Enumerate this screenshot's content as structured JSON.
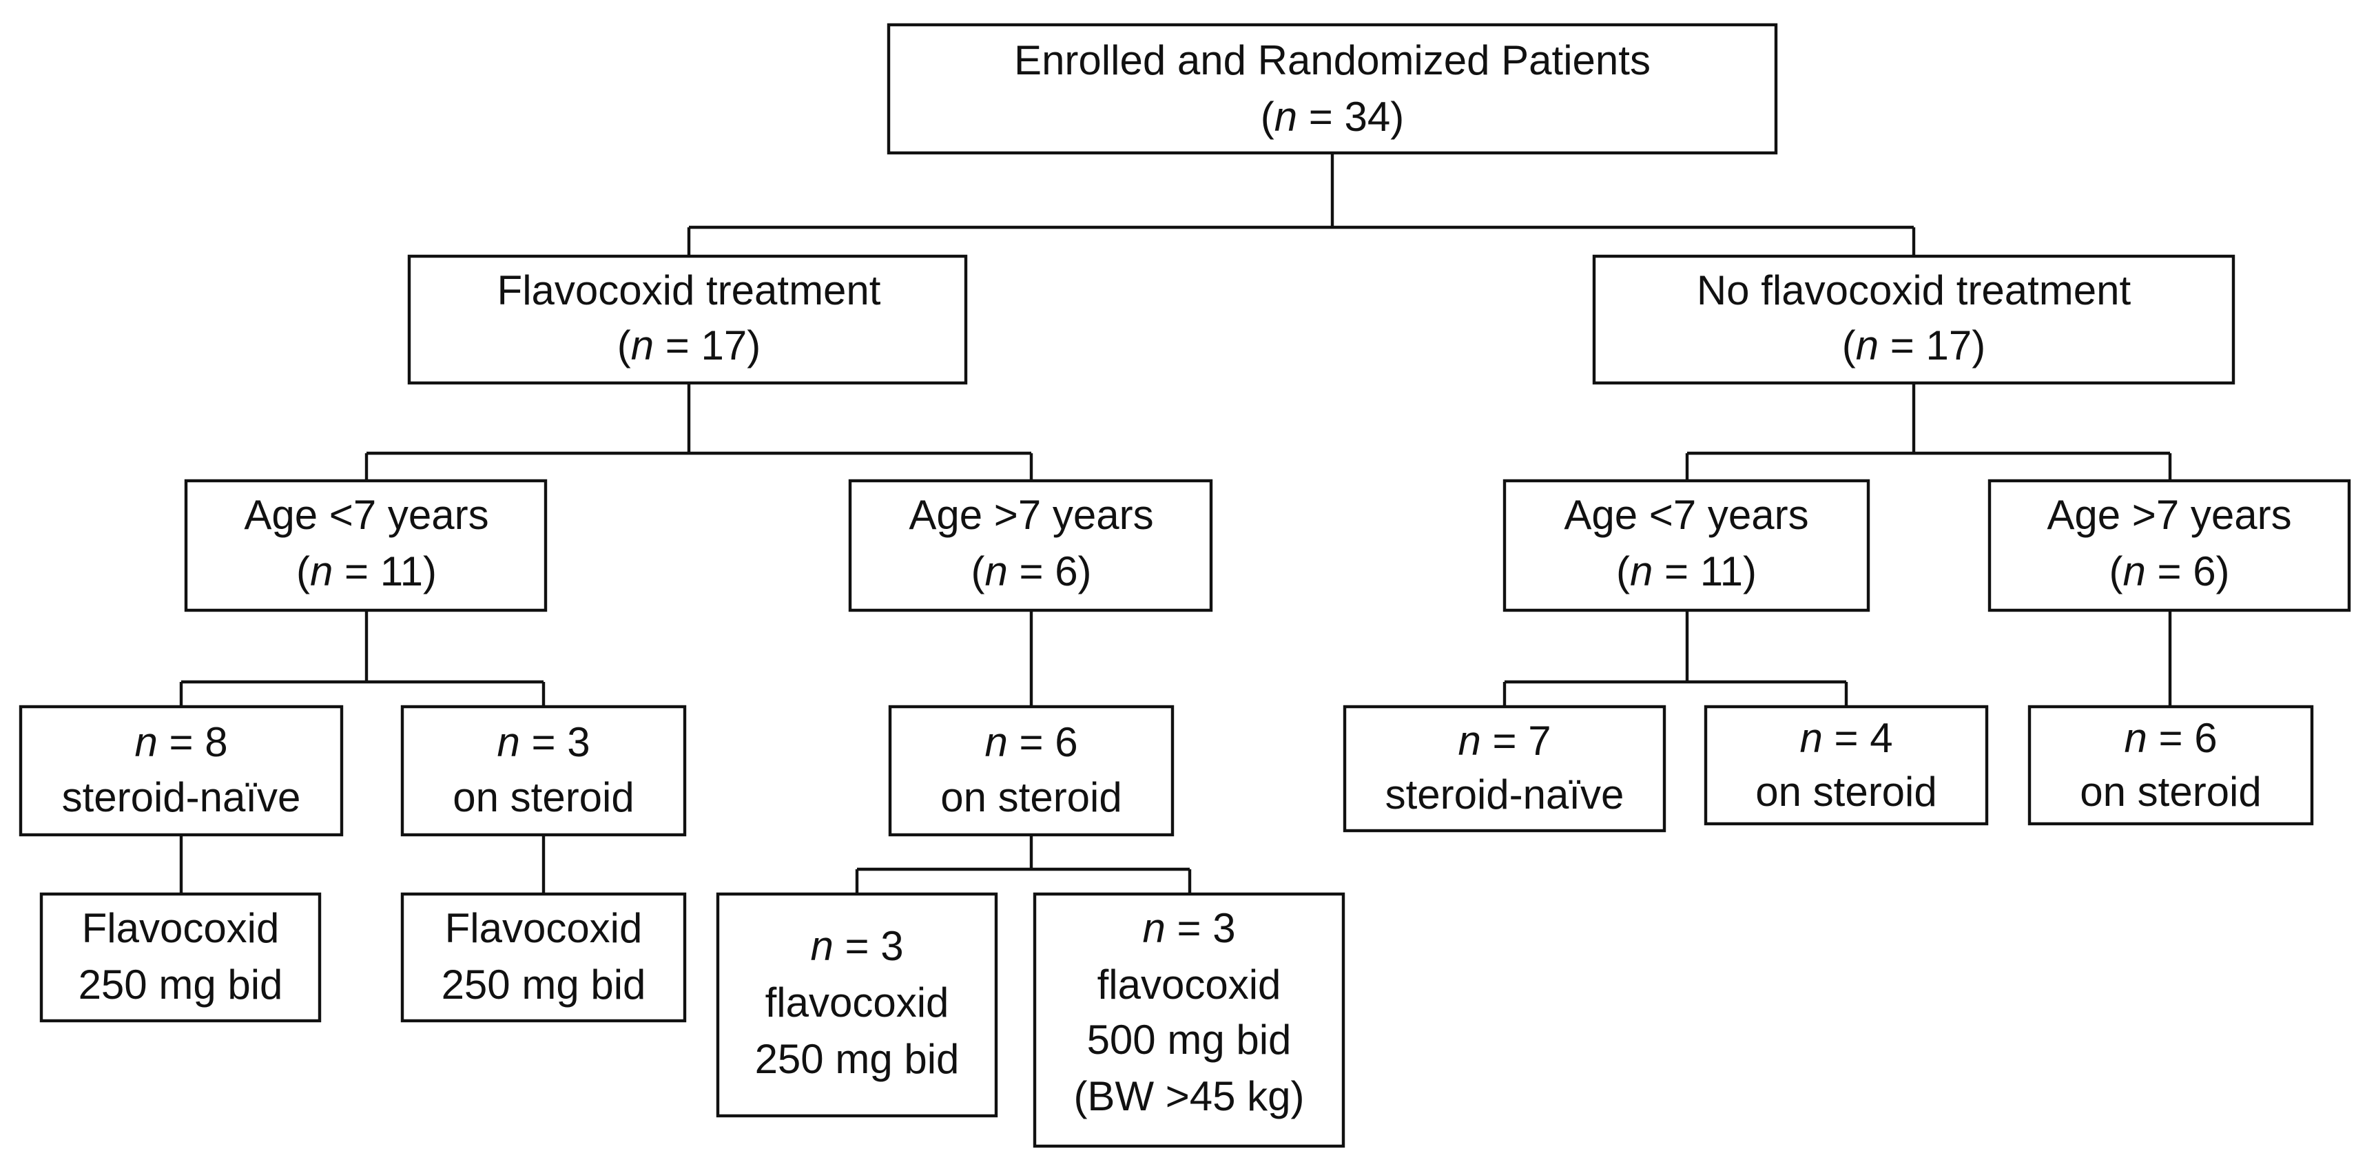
{
  "nodes": {
    "root": {
      "line1": "Enrolled and Randomized Patients",
      "n_var": "n",
      "n_rest": " = 34)"
    },
    "flavo": {
      "line1": "Flavocoxid treatment",
      "n_var": "n",
      "n_rest": " = 17)"
    },
    "noflavo": {
      "line1": "No flavocoxid treatment",
      "n_var": "n",
      "n_rest": " = 17)"
    },
    "f_young": {
      "line1": "Age <7 years",
      "n_var": "n",
      "n_rest": " = 11)"
    },
    "f_old": {
      "line1": "Age >7 years",
      "n_var": "n",
      "n_rest": " = 6)"
    },
    "nf_young": {
      "line1": "Age <7 years",
      "n_var": "n",
      "n_rest": " = 11)"
    },
    "nf_old": {
      "line1": "Age >7 years",
      "n_var": "n",
      "n_rest": " = 6)"
    },
    "f_young_naive": {
      "n_var": "n",
      "n_rest": " = 8",
      "line2": "steroid-naïve"
    },
    "f_young_steroid": {
      "n_var": "n",
      "n_rest": " = 3",
      "line2": "on steroid"
    },
    "f_old_steroid": {
      "n_var": "n",
      "n_rest": " = 6",
      "line2": "on steroid"
    },
    "nf_young_naive": {
      "n_var": "n",
      "n_rest": " = 7",
      "line2": "steroid-naïve"
    },
    "nf_young_steroid": {
      "n_var": "n",
      "n_rest": " = 4",
      "line2": "on steroid"
    },
    "nf_old_steroid": {
      "n_var": "n",
      "n_rest": " = 6",
      "line2": "on steroid"
    },
    "dose_naive": {
      "line1": "Flavocoxid",
      "line2": "250 mg bid"
    },
    "dose_steroid": {
      "line1": "Flavocoxid",
      "line2": "250 mg bid"
    },
    "dose_250": {
      "n_var": "n",
      "n_rest": " = 3",
      "line2": "flavocoxid",
      "line3": "250 mg bid"
    },
    "dose_500": {
      "n_var": "n",
      "n_rest": " = 3",
      "line2": "flavocoxid",
      "line3": "500 mg bid",
      "line4": "(BW >45 kg)"
    }
  }
}
